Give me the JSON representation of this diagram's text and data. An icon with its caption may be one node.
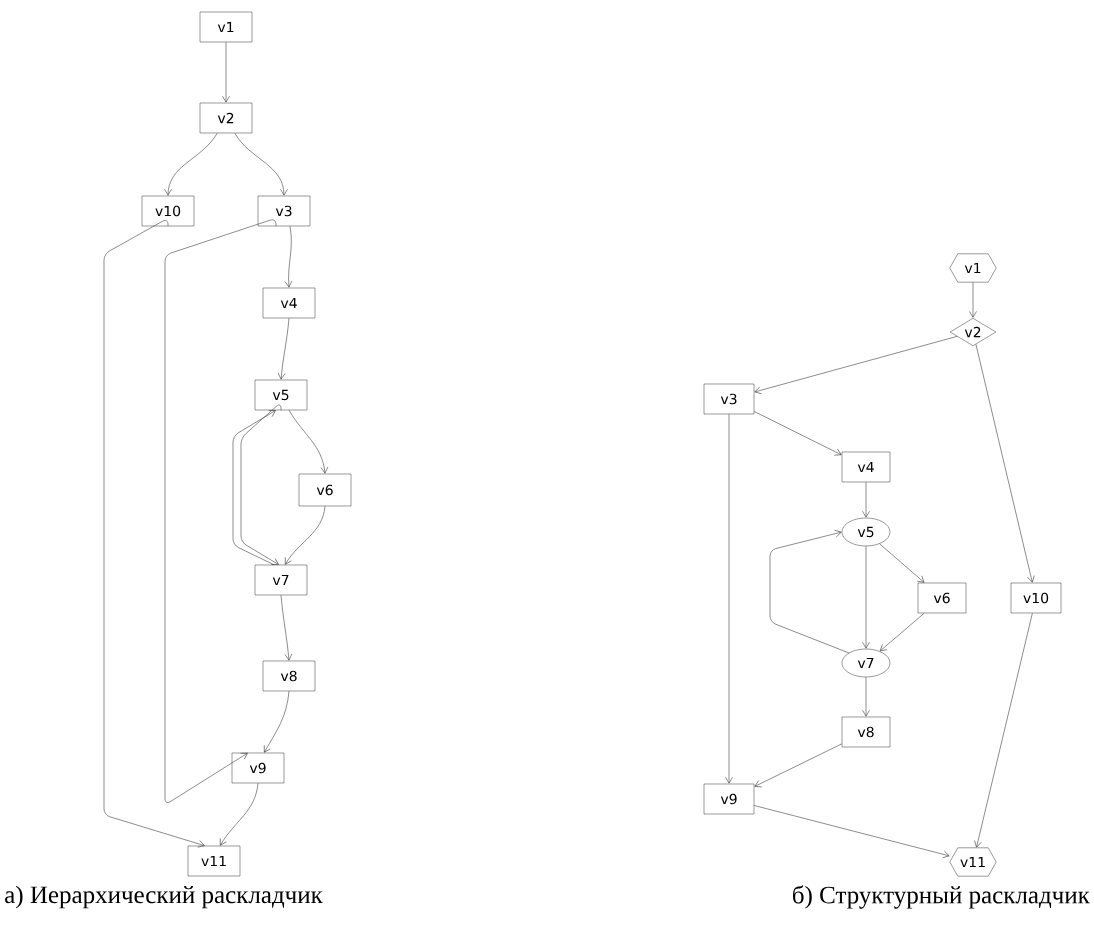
{
  "diagram": {
    "nodes": [
      {
        "text": [
          "v1"
        ]
      },
      {
        "text": [
          "v2"
        ]
      },
      {
        "text": [
          "v10"
        ]
      },
      {
        "text": [
          "v3"
        ]
      },
      {
        "text": [
          "v4"
        ]
      },
      {
        "text": [
          "v5"
        ]
      },
      {
        "text": [
          "v6"
        ]
      },
      {
        "text": [
          "v7"
        ]
      },
      {
        "text": [
          "v8"
        ]
      },
      {
        "text": [
          "v9"
        ]
      },
      {
        "text": [
          "v11"
        ]
      },
      {
        "text": [
          "v1"
        ]
      },
      {
        "text": [
          "v2"
        ]
      },
      {
        "text": [
          "v3"
        ]
      },
      {
        "text": [
          "v4"
        ]
      },
      {
        "text": [
          "v5"
        ]
      },
      {
        "text": [
          "v6"
        ]
      },
      {
        "text": [
          "v10"
        ]
      },
      {
        "text": [
          "v7"
        ]
      },
      {
        "text": [
          "v8"
        ]
      },
      {
        "text": [
          "v9"
        ]
      },
      {
        "text": [
          "v11"
        ]
      }
    ],
    "edges": [
      {
        "from": 0,
        "to": 1,
        "arrow": "to"
      },
      {
        "from": 1,
        "to": 2,
        "arrow": "to"
      },
      {
        "from": 1,
        "to": 3,
        "arrow": "to"
      },
      {
        "from": 2,
        "to": 10,
        "arrow": "to"
      },
      {
        "from": 3,
        "to": 9,
        "arrow": "to"
      },
      {
        "from": 3,
        "to": 4,
        "arrow": "to"
      },
      {
        "from": 4,
        "to": 5,
        "arrow": "to"
      },
      {
        "from": 5,
        "to": 6,
        "arrow": "to"
      },
      {
        "from": 5,
        "to": 7,
        "arrow": "to"
      },
      {
        "from": 7,
        "to": 5,
        "arrow": "to"
      },
      {
        "from": 6,
        "to": 7,
        "arrow": "to"
      },
      {
        "from": 7,
        "to": 8,
        "arrow": "to"
      },
      {
        "from": 8,
        "to": 9,
        "arrow": "to"
      },
      {
        "from": 9,
        "to": 10,
        "arrow": "to"
      },
      {
        "from": 11,
        "to": 12,
        "arrow": "to"
      },
      {
        "from": 12,
        "to": 13,
        "arrow": "to"
      },
      {
        "from": 12,
        "to": 17,
        "arrow": "to"
      },
      {
        "from": 13,
        "to": 14,
        "arrow": "to"
      },
      {
        "from": 13,
        "to": 20,
        "arrow": "to"
      },
      {
        "from": 14,
        "to": 15,
        "arrow": "to"
      },
      {
        "from": 15,
        "to": 16,
        "arrow": "to"
      },
      {
        "from": 15,
        "to": 18,
        "arrow": "to"
      },
      {
        "from": 16,
        "to": 18,
        "arrow": "to"
      },
      {
        "from": 18,
        "to": 15,
        "arrow": "to"
      },
      {
        "from": 18,
        "to": 19,
        "arrow": "to"
      },
      {
        "from": 19,
        "to": 20,
        "arrow": "to"
      },
      {
        "from": 20,
        "to": 21,
        "arrow": "to"
      },
      {
        "from": 17,
        "to": 21,
        "arrow": "to"
      }
    ],
    "labels": [
      "а) Иерархический раскладчик",
      "б) Структурный раскладчик"
    ]
  }
}
